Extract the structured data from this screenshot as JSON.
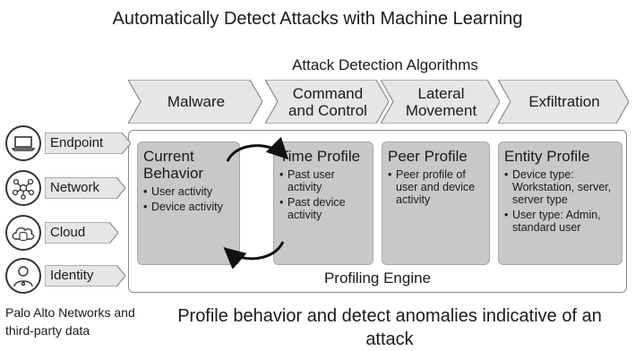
{
  "title": "Automatically Detect Attacks with Machine Learning",
  "algorithms": {
    "heading": "Attack Detection Algorithms",
    "stages": [
      "Malware",
      "Command and Control",
      "Lateral Movement",
      "Exfiltration"
    ]
  },
  "sources": {
    "items": [
      {
        "label": "Endpoint",
        "icon": "laptop-icon"
      },
      {
        "label": "Network",
        "icon": "network-nodes-icon"
      },
      {
        "label": "Cloud",
        "icon": "cloud-database-icon"
      },
      {
        "label": "Identity",
        "icon": "user-id-icon"
      }
    ],
    "caption": "Palo Alto Networks and third-party data"
  },
  "profiling": {
    "label": "Profiling Engine",
    "cards": [
      {
        "title": "Current Behavior",
        "bullets": [
          "User activity",
          "Device activity"
        ]
      },
      {
        "title": "Time Profile",
        "bullets": [
          "Past user activity",
          "Past device activity"
        ]
      },
      {
        "title": "Peer Profile",
        "bullets": [
          "Peer profile of user and device activity"
        ]
      },
      {
        "title": "Entity Profile",
        "bullets": [
          "Device type: Workstation, server, server type",
          "User type: Admin, standard user"
        ]
      }
    ]
  },
  "footer": "Profile behavior and detect anomalies indicative of an attack",
  "colors": {
    "chevron_fill": "#e6e6e6",
    "card_fill": "#c8c8c8",
    "stroke": "#8a8a8a"
  }
}
